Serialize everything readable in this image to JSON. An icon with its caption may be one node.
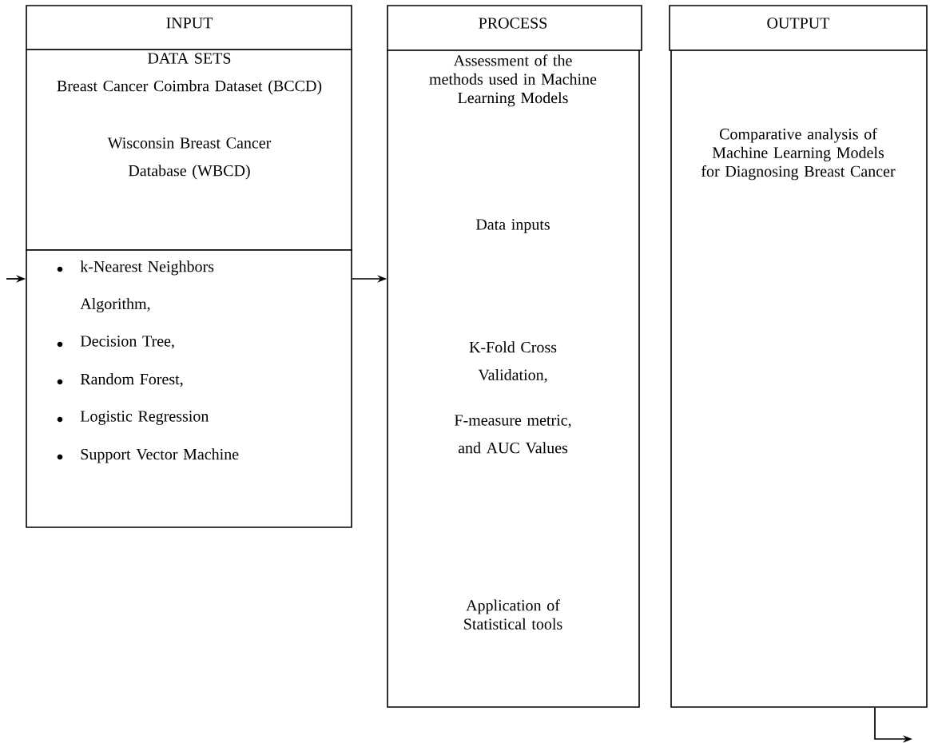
{
  "diagram": {
    "nodes": [
      {
        "text": [
          "INPUT"
        ]
      },
      {
        "text": [
          "DATA SETS",
          "Breast Cancer Coimbra Dataset (BCCD)",
          "Wisconsin Breast Cancer Database (WBCD)"
        ]
      },
      {
        "text": [
          "k-Nearest Neighbors Algorithm,",
          "Decision Tree,",
          "Random Forest,",
          "Logistic Regression",
          "Support Vector Machine"
        ]
      },
      {
        "text": [
          "PROCESS"
        ]
      },
      {
        "text": [
          "Assessment of the methods used in Machine Learning Models",
          "Data inputs",
          "K-Fold Cross Validation,",
          "F-measure metric, and AUC Values",
          "Application of Statistical tools"
        ]
      },
      {
        "text": [
          "OUTPUT"
        ]
      },
      {
        "text": [
          "Comparative analysis of Machine Learning Models for Diagnosing Breast Cancer"
        ]
      }
    ],
    "edges": [
      {
        "from": null,
        "to": 2,
        "arrow": "to"
      },
      {
        "from": 2,
        "to": 4,
        "arrow": "to"
      },
      {
        "from": 6,
        "to": null,
        "arrow": "to"
      }
    ]
  }
}
